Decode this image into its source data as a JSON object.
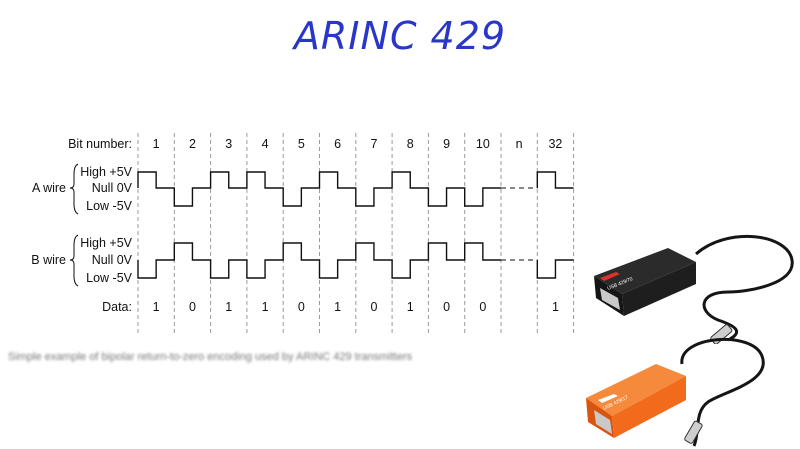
{
  "title": "ARINC 429",
  "caption": "Simple example of bipolar return-to-zero encoding used by ARINC 429 transmitters",
  "colors": {
    "title": "#2a36c9",
    "ink": "#111111",
    "grid": "#9a9a9a",
    "device_black": "#1e1e1e",
    "device_orange": "#f26a1b"
  },
  "diagram": {
    "row_labels": {
      "bit_number": "Bit number:",
      "data": "Data:"
    },
    "wires": [
      {
        "name": "A wire",
        "levels": [
          "High +5V",
          "Null 0V",
          "Low -5V"
        ]
      },
      {
        "name": "B wire",
        "levels": [
          "High +5V",
          "Null 0V",
          "Low -5V"
        ]
      }
    ],
    "bit_numbers": [
      "1",
      "2",
      "3",
      "4",
      "5",
      "6",
      "7",
      "8",
      "9",
      "10",
      "n",
      "32"
    ],
    "data_bits": [
      "1",
      "0",
      "1",
      "1",
      "0",
      "1",
      "0",
      "1",
      "0",
      "0",
      "",
      "1"
    ]
  },
  "devices": [
    {
      "name": "black-usb-adapter",
      "label": "USB 429/70"
    },
    {
      "name": "orange-usb-adapter",
      "label": "USB 429/17"
    }
  ]
}
